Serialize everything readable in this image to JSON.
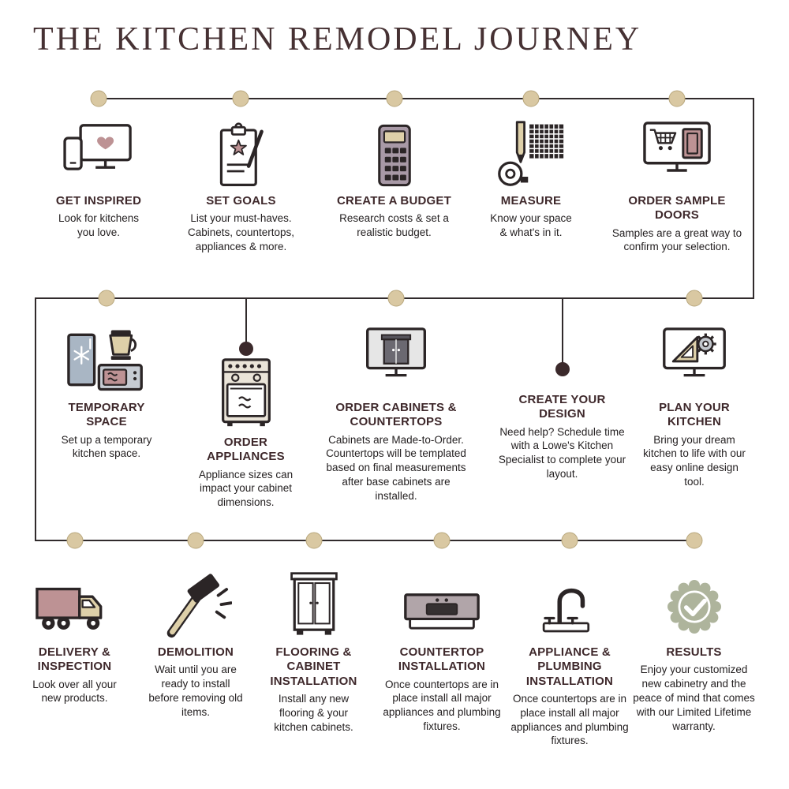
{
  "title": "THE KITCHEN REMODEL JOURNEY",
  "colors": {
    "title_text": "#463133",
    "step_title_text": "#3e282b",
    "body_text": "#221e1f",
    "journey_line": "#312b2c",
    "node_dot": "#d9c8a2",
    "node_dot_dark": "#3b292b",
    "accent_mauve": "#bd9294",
    "accent_beige": "#ded0a9",
    "accent_gray_blue": "#a9b6c4",
    "accent_sage": "#aeb49c"
  },
  "rows": [
    {
      "steps": [
        {
          "icon": "inspired-devices-icon",
          "title": "GET INSPIRED",
          "desc": "Look for kitchens you love."
        },
        {
          "icon": "goals-clipboard-icon",
          "title": "SET GOALS",
          "desc": "List your must-haves. Cabinets, countertops, appliances & more."
        },
        {
          "icon": "budget-calculator-icon",
          "title": "CREATE A BUDGET",
          "desc": "Research costs & set a realistic budget."
        },
        {
          "icon": "measure-tools-icon",
          "title": "MEASURE",
          "desc": "Know your space & what's in it."
        },
        {
          "icon": "sample-doors-monitor-icon",
          "title": "ORDER SAMPLE DOORS",
          "desc": "Samples are a great way to confirm your selection."
        }
      ]
    },
    {
      "steps": [
        {
          "icon": "temporary-kitchen-icon",
          "title": "TEMPORARY SPACE",
          "desc": "Set up a temporary kitchen space."
        },
        {
          "icon": "range-appliance-icon",
          "title": "ORDER APPLIANCES",
          "desc": "Appliance sizes can impact your cabinet dimensions."
        },
        {
          "icon": "cabinets-monitor-icon",
          "title": "ORDER CABINETS & COUNTERTOPS",
          "desc": "Cabinets are Made-to-Order. Countertops will be templated based on final measurements after base cabinets are installed."
        },
        {
          "icon": null,
          "title": "CREATE YOUR DESIGN",
          "desc": "Need help? Schedule time with a Lowe's Kitchen Specialist to complete your layout."
        },
        {
          "icon": "design-tool-monitor-icon",
          "title": "PLAN YOUR KITCHEN",
          "desc": "Bring your dream kitchen to life with our easy online design tool."
        }
      ]
    },
    {
      "steps": [
        {
          "icon": "delivery-truck-icon",
          "title": "DELIVERY & INSPECTION",
          "desc": "Look over all your new products."
        },
        {
          "icon": "sledgehammer-icon",
          "title": "DEMOLITION",
          "desc": "Wait until you are ready to install before removing old items."
        },
        {
          "icon": "cabinet-icon",
          "title": "FLOORING & CABINET INSTALLATION",
          "desc": "Install any new flooring & your kitchen cabinets."
        },
        {
          "icon": "countertop-sink-icon",
          "title": "COUNTERTOP INSTALLATION",
          "desc": "Once countertops are in place install all major appliances and plumbing fixtures."
        },
        {
          "icon": "faucet-icon",
          "title": "APPLIANCE & PLUMBING INSTALLATION",
          "desc": "Once countertops are in place install all major appliances and plumbing fixtures."
        },
        {
          "icon": "warranty-badge-icon",
          "title": "RESULTS",
          "desc": "Enjoy your customized new cabinetry and the peace of mind that comes with our Limited Lifetime warranty."
        }
      ]
    }
  ]
}
